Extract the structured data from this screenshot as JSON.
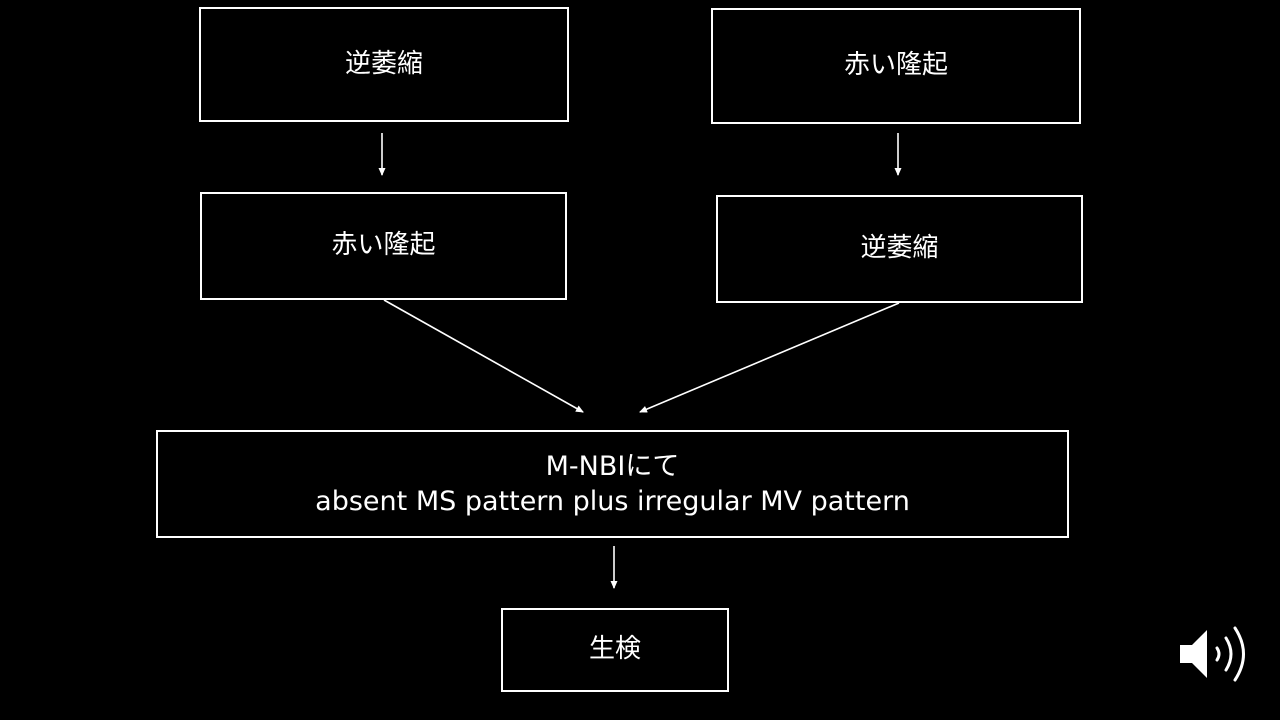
{
  "slide": {
    "background": "#000000",
    "foreground": "#ffffff"
  },
  "flowchart": {
    "left_top": "逆萎縮",
    "right_top": "赤い隆起",
    "left_middle": "赤い隆起",
    "right_middle": "逆萎縮",
    "merge_line1": "M-NBIにて",
    "merge_line2": "absent MS pattern plus irregular MV pattern",
    "bottom": "生検"
  },
  "controls": {
    "audio_icon": "speaker-icon"
  }
}
